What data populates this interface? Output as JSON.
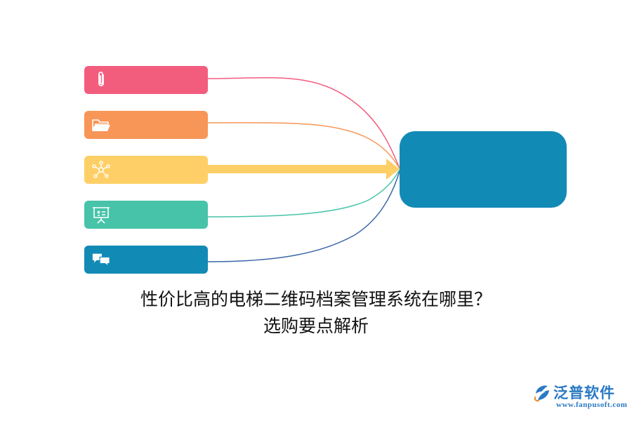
{
  "diagram": {
    "items": [
      {
        "icon": "paperclip-icon",
        "color": "#f25d7e"
      },
      {
        "icon": "folder-icon",
        "color": "#f79657"
      },
      {
        "icon": "network-icon",
        "color": "#fecf66"
      },
      {
        "icon": "presentation-board-icon",
        "color": "#47c3a9"
      },
      {
        "icon": "chat-bubbles-icon",
        "color": "#128ab6"
      }
    ],
    "center_color": "#128ab6",
    "arrow_color": "#fecf66"
  },
  "caption": {
    "line1": "性价比高的电梯二维码档案管理系统在哪里？",
    "line2": "选购要点解析"
  },
  "logo": {
    "name": "泛普软件",
    "url": "www.fanpusoft.com",
    "color": "#2a79c4"
  }
}
